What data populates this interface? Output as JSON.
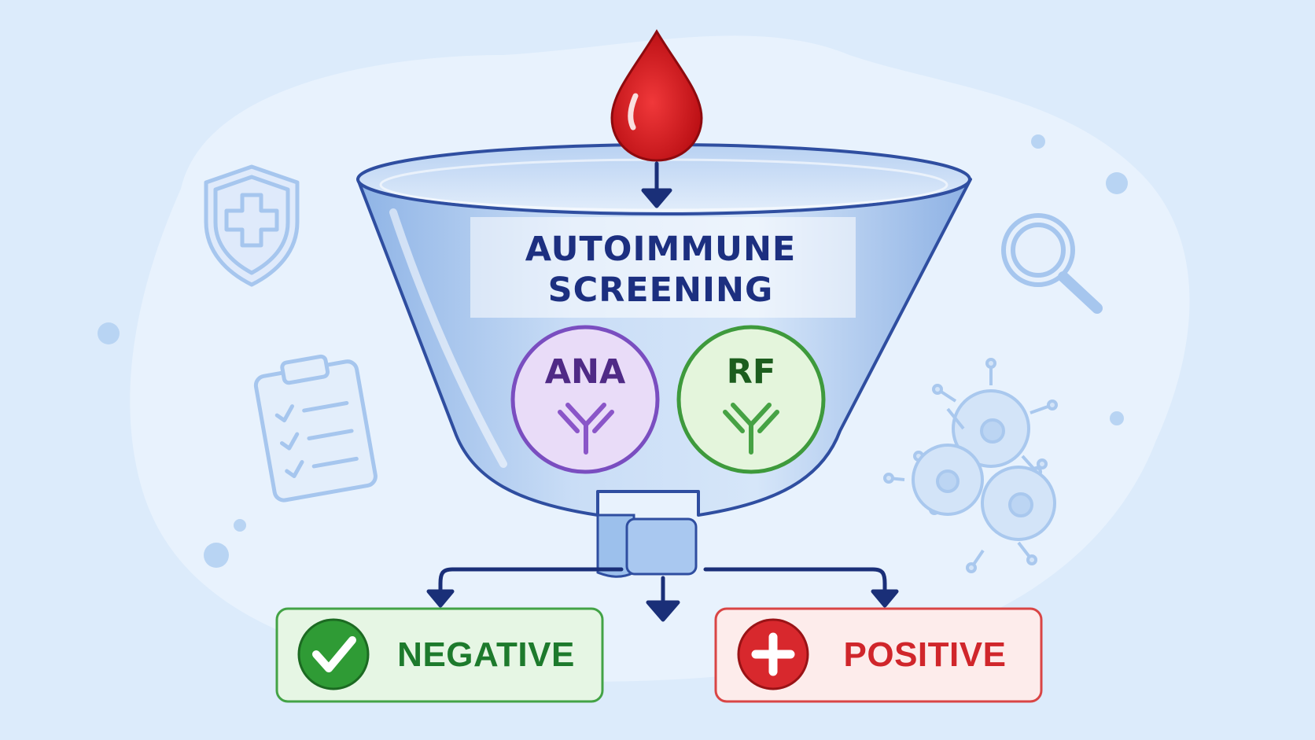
{
  "diagram": {
    "title_line1": "AUTOIMMUNE",
    "title_line2": "SCREENING",
    "tests": [
      {
        "label": "ANA",
        "color": "#4f2a86",
        "fill": "#e9dcf8",
        "stroke": "#7a4ec0"
      },
      {
        "label": "RF",
        "color": "#1c5d1e",
        "fill": "#e4f5dc",
        "stroke": "#3e9a3c"
      }
    ],
    "results": {
      "negative": {
        "label": "NEGATIVE",
        "color": "#1d7a2c",
        "icon": "check-icon"
      },
      "positive": {
        "label": "POSITIVE",
        "color": "#d0262b",
        "icon": "plus-icon"
      }
    },
    "icons": [
      "blood-drop-icon",
      "funnel-icon",
      "shield-icon",
      "clipboard-icon",
      "magnifier-icon",
      "virus-icon",
      "antibody-icon"
    ],
    "colors": {
      "background": "#dcebfb",
      "arrow": "#1a2f78",
      "drop": "#d4141b"
    }
  }
}
